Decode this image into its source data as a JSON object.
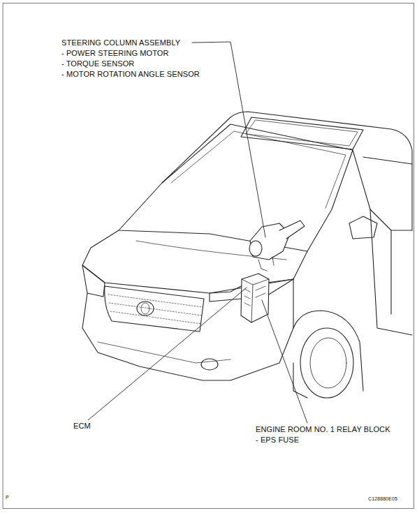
{
  "diagram": {
    "labels": [
      "STEERING COLUMN ASSEMBLY",
      "- POWER STEERING MOTOR",
      "- TORQUE SENSOR",
      "- MOTOR ROTATION ANGLE SENSOR",
      "ECM",
      "ENGINE ROOM NO. 1 RELAY BLOCK",
      "- EPS FUSE",
      "P",
      "C128880E05"
    ]
  }
}
